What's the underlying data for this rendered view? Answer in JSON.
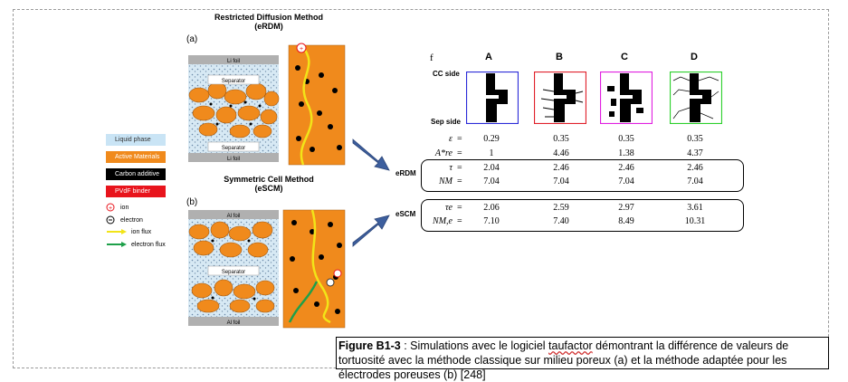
{
  "left": {
    "title_top": "Restricted Diffusion Method",
    "title_top_sub": "(eRDM)",
    "label_a": "(a)",
    "li_foil": "Li foil",
    "separator": "Separator",
    "title_bottom": "Symmetric Cell Method",
    "title_bottom_sub": "(eSCM)",
    "label_b": "(b)",
    "al_foil": "Al foil"
  },
  "legend": {
    "items": [
      {
        "label": "Liquid phase",
        "color": "#c9e4f5",
        "text_color": "#333"
      },
      {
        "label": "Active Materials",
        "color": "#f08a1c",
        "text_color": "#fff"
      },
      {
        "label": "Carbon additive",
        "color": "#000000",
        "text_color": "#fff"
      },
      {
        "label": "PVdF binder",
        "color": "#e8141c",
        "text_color": "#fff"
      }
    ],
    "ion": "ion",
    "electron": "electron",
    "ion_flux": "ion flux",
    "electron_flux": "electron flux"
  },
  "table": {
    "corner": "f",
    "cc_side": "CC side",
    "sep_side": "Sep side",
    "columns": [
      "A",
      "B",
      "C",
      "D"
    ],
    "column_colors": [
      "#2a2ad8",
      "#e0202a",
      "#e01ee0",
      "#2ad02a"
    ],
    "rows_top": [
      {
        "label": "ε",
        "eq": "=",
        "values": [
          "0.29",
          "0.35",
          "0.35",
          "0.35"
        ]
      },
      {
        "label": "A*re",
        "eq": "=",
        "values": [
          "1",
          "4.46",
          "1.38",
          "4.37"
        ]
      }
    ],
    "erdm_label": "eRDM",
    "rows_erdm": [
      {
        "label": "τ",
        "eq": "=",
        "values": [
          "2.04",
          "2.46",
          "2.46",
          "2.46"
        ]
      },
      {
        "label": "NM",
        "eq": "=",
        "values": [
          "7.04",
          "7.04",
          "7.04",
          "7.04"
        ]
      }
    ],
    "escm_label": "eSCM",
    "rows_escm": [
      {
        "label": "τe",
        "eq": "=",
        "values": [
          "2.06",
          "2.59",
          "2.97",
          "3.61"
        ]
      },
      {
        "label": "NM,e",
        "eq": "=",
        "values": [
          "7.10",
          "7.40",
          "8.49",
          "10.31"
        ]
      }
    ]
  },
  "caption": {
    "bold": "Figure B1-3",
    "text1": " : Simulations avec le logiciel ",
    "squiggle": "taufactor",
    "text2": " démontrant la différence de valeurs de tortuosité avec la méthode classique sur milieu poreux (a) et la méthode adaptée pour les électrodes poreuses (b) [248]"
  }
}
